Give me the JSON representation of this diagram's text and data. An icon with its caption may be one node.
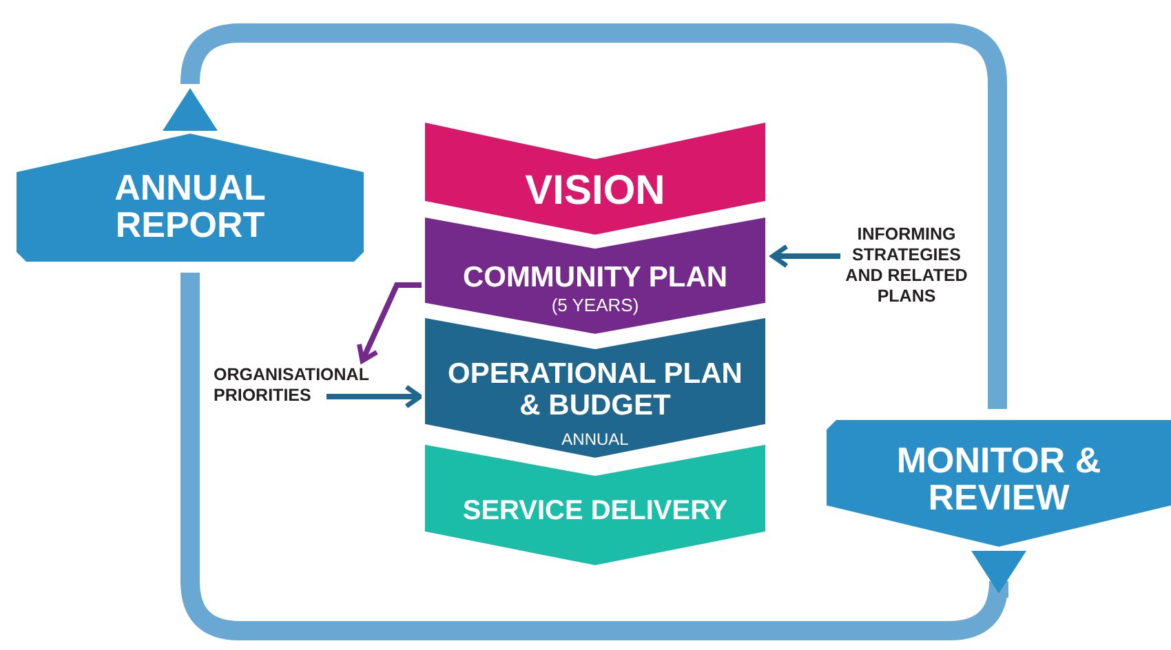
{
  "diagram": {
    "nodes": [
      {
        "text": [
          "ANNUAL REPORT"
        ]
      },
      {
        "text": [
          "VISION"
        ]
      },
      {
        "text": [
          "COMMUNITY PLAN",
          "(5 YEARS)"
        ]
      },
      {
        "text": [
          "OPERATIONAL PLAN & BUDGET",
          "ANNUAL"
        ]
      },
      {
        "text": [
          "SERVICE DELIVERY"
        ]
      },
      {
        "text": [
          "MONITOR & REVIEW"
        ]
      },
      {
        "text": [
          "INFORMING STRATEGIES AND RELATED PLANS"
        ]
      },
      {
        "text": [
          "ORGANISATIONAL PRIORITIES"
        ]
      },
      {
        "text": [],
        "shape": "triangle"
      },
      {
        "text": [],
        "shape": "triangle"
      }
    ],
    "edges": [
      {
        "from": 8,
        "to": 5,
        "arrow": "none",
        "style": "thick",
        "color": "#6aa8d4"
      },
      {
        "from": 9,
        "to": 0,
        "arrow": "none",
        "style": "thick",
        "color": "#6aa8d4"
      },
      {
        "from": 6,
        "to": 2,
        "arrow": "to",
        "color": "#1f678e"
      },
      {
        "from": 2,
        "to": 7,
        "arrow": "to",
        "color": "#742a8a"
      },
      {
        "from": 7,
        "to": 3,
        "arrow": "to",
        "color": "#1f678e"
      }
    ]
  }
}
